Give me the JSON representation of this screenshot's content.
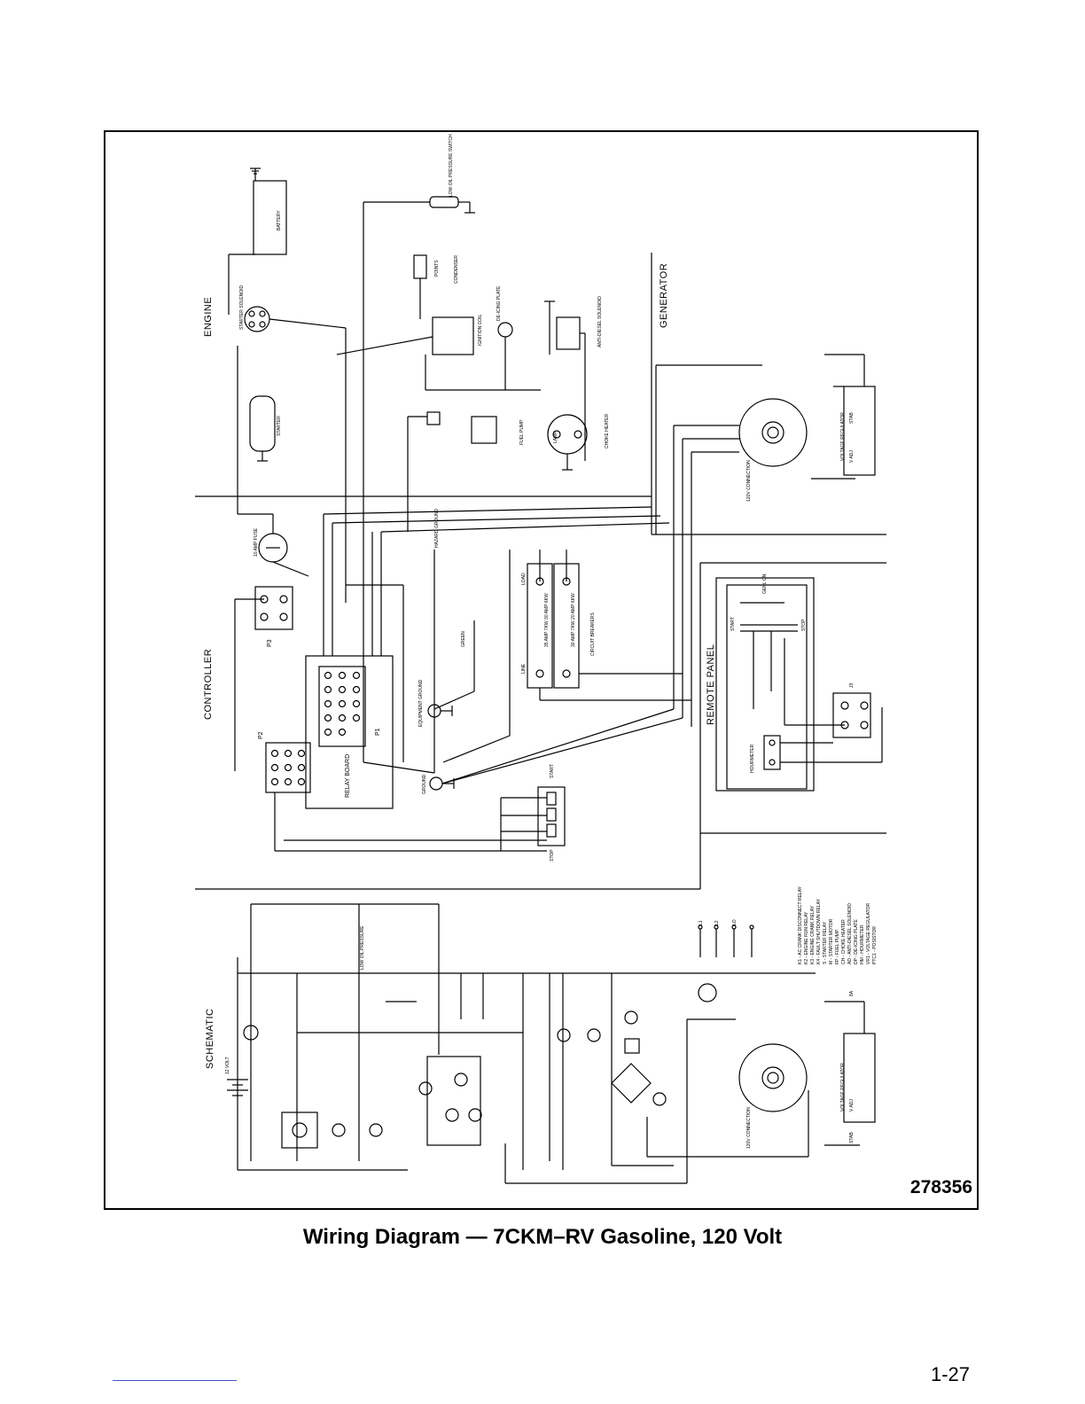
{
  "sections": {
    "engine": "ENGINE",
    "generator": "GENERATOR",
    "controller": "CONTROLLER",
    "remote_panel": "REMOTE PANEL",
    "schematic": "SCHEMATIC"
  },
  "components": {
    "battery": "BATTERY",
    "starter_solenoid": "STARTER SOLENOID",
    "starter": "STARTER",
    "low_oil_pressure_switch": "LOW OIL PRESSURE SWITCH",
    "points": "POINTS",
    "condenser": "CONDENSER",
    "ignition_coil": "IGNITION COIL",
    "de_icing_plate": "DE-ICING PLATE",
    "anti_diesel_solenoid": "ANTI-DIESEL SOLENOID",
    "fuel_pump": "FUEL PUMP",
    "lamp": "LAMP",
    "choke_heater": "CHOKE HEATER",
    "amp_fuse": "10 AMP FUSE",
    "relay_board": "RELAY BOARD",
    "p1": "P1",
    "p2": "P2",
    "p3": "P3",
    "hazard_ground": "HAZARD GROUND",
    "equipment_ground": "EQUIPMENT GROUND",
    "ground": "GROUND",
    "green": "GREEN",
    "load": "LOAD",
    "line": "LINE",
    "breaker_1": "35 AMP 7KW 30 AMP 6KW",
    "breaker_2": "30 AMP 7KW 20 AMP 6KW",
    "circuit_breakers": "CIRCUIT BREAKERS",
    "start": "START",
    "stop": "STOP",
    "genl_on": "GENL ON",
    "hourmeter": "HOURMETER",
    "j3": "J3",
    "voltage_regulator": "VOLTAGE REGULATOR",
    "connection_120v": "120V CONNECTION",
    "v_adj": "V ADJ",
    "stab": "STAB",
    "volts_12": "12 VOLT",
    "low_oil_pressure": "LOW OIL PRESSURE",
    "fuse_8a": "8A",
    "wire_l1": "L1",
    "wire_l2": "L2",
    "wire_lo": "LO"
  },
  "legend": [
    "K1 - AC CRANK DISCONNECT RELAY",
    "K2 - ENGINE RUN RELAY",
    "K3 - ENGINE CRANK RELAY",
    "K4 - FAULT SHUTDOWN RELAY",
    "S - STARTER RELAY",
    "M - STARTER MOTOR",
    "FP - FUEL PUMP",
    "CH - CHOKE HEATER",
    "AD - ANTI-DIESEL SOLENOID",
    "DP - DE-ICING PLATE",
    "HM - HOURMETER",
    "VR1 - VOLTAGE REGULATOR",
    "PTC1 - POSISTOR"
  ],
  "drawing_number": "278356",
  "caption": "Wiring Diagram — 7CKM–RV Gasoline, 120 Volt",
  "page_number": "1-27"
}
